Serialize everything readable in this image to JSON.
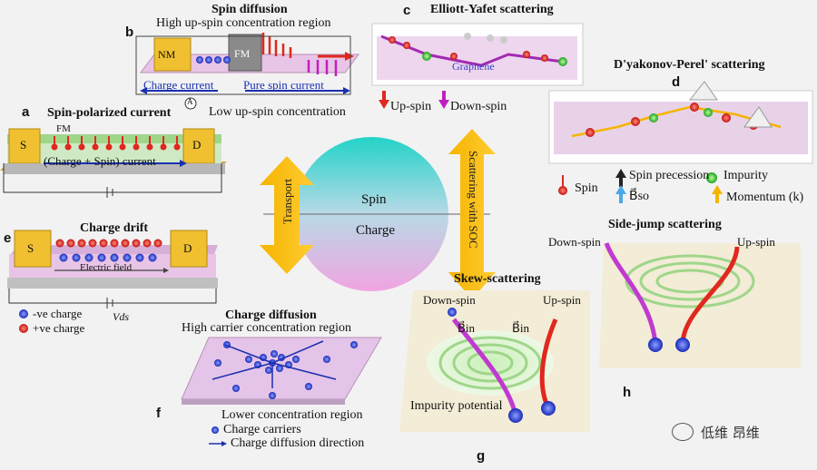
{
  "center": {
    "top_label": "Spin",
    "bottom_label": "Charge",
    "left_arrow_label": "Transport",
    "right_arrow_label": "Scattering with SOC"
  },
  "panel_a": {
    "letter": "a",
    "title": "Spin-polarized current",
    "source": "S",
    "drain": "D",
    "fm": "FM",
    "current": "(Charge + Spin) current"
  },
  "panel_b": {
    "letter": "b",
    "title": "Spin diffusion",
    "nm": "NM",
    "fm": "FM",
    "high": "High up-spin concentration region",
    "low": "Low up-spin concentration",
    "charge_current": "Charge current",
    "pure_spin": "Pure spin current",
    "ammeter": "A"
  },
  "panel_c": {
    "letter": "c",
    "title": "Elliott-Yafet scattering",
    "graphene": "Graphene",
    "up": "Up-spin",
    "down": "Down-spin"
  },
  "panel_d": {
    "letter": "d",
    "title": "D'yakonov-Perel' scattering",
    "spin": "Spin",
    "precession": "Spin precession",
    "impurity": "Impurity",
    "bso": "B⃗so",
    "momentum": "Momentum (k)"
  },
  "panel_e": {
    "letter": "e",
    "title": "Charge drift",
    "source": "S",
    "drain": "D",
    "field": "Electric field",
    "neg": "-ve charge",
    "pos": "+ve charge",
    "vds": "Vds"
  },
  "panel_f": {
    "letter": "f",
    "title": "Charge diffusion",
    "high": "High carrier concentration region",
    "low": "Lower concentration region",
    "carriers": "Charge carriers",
    "direction": "Charge diffusion direction"
  },
  "panel_g": {
    "letter": "g",
    "title": "Skew-scattering",
    "down": "Down-spin",
    "up": "Up-spin",
    "bin": "B⃗in",
    "impurity": "Impurity potential"
  },
  "panel_h": {
    "letter": "h",
    "title": "Side-jump scattering",
    "down": "Down-spin",
    "up": "Up-spin"
  },
  "watermark": "低维 昂维",
  "colors": {
    "gold": "#f5b400",
    "blue_ball": "#2a3cd6",
    "red_ball": "#e0281e",
    "graphene": "#e8c4e6",
    "accent_blue": "#1a2fb0"
  }
}
